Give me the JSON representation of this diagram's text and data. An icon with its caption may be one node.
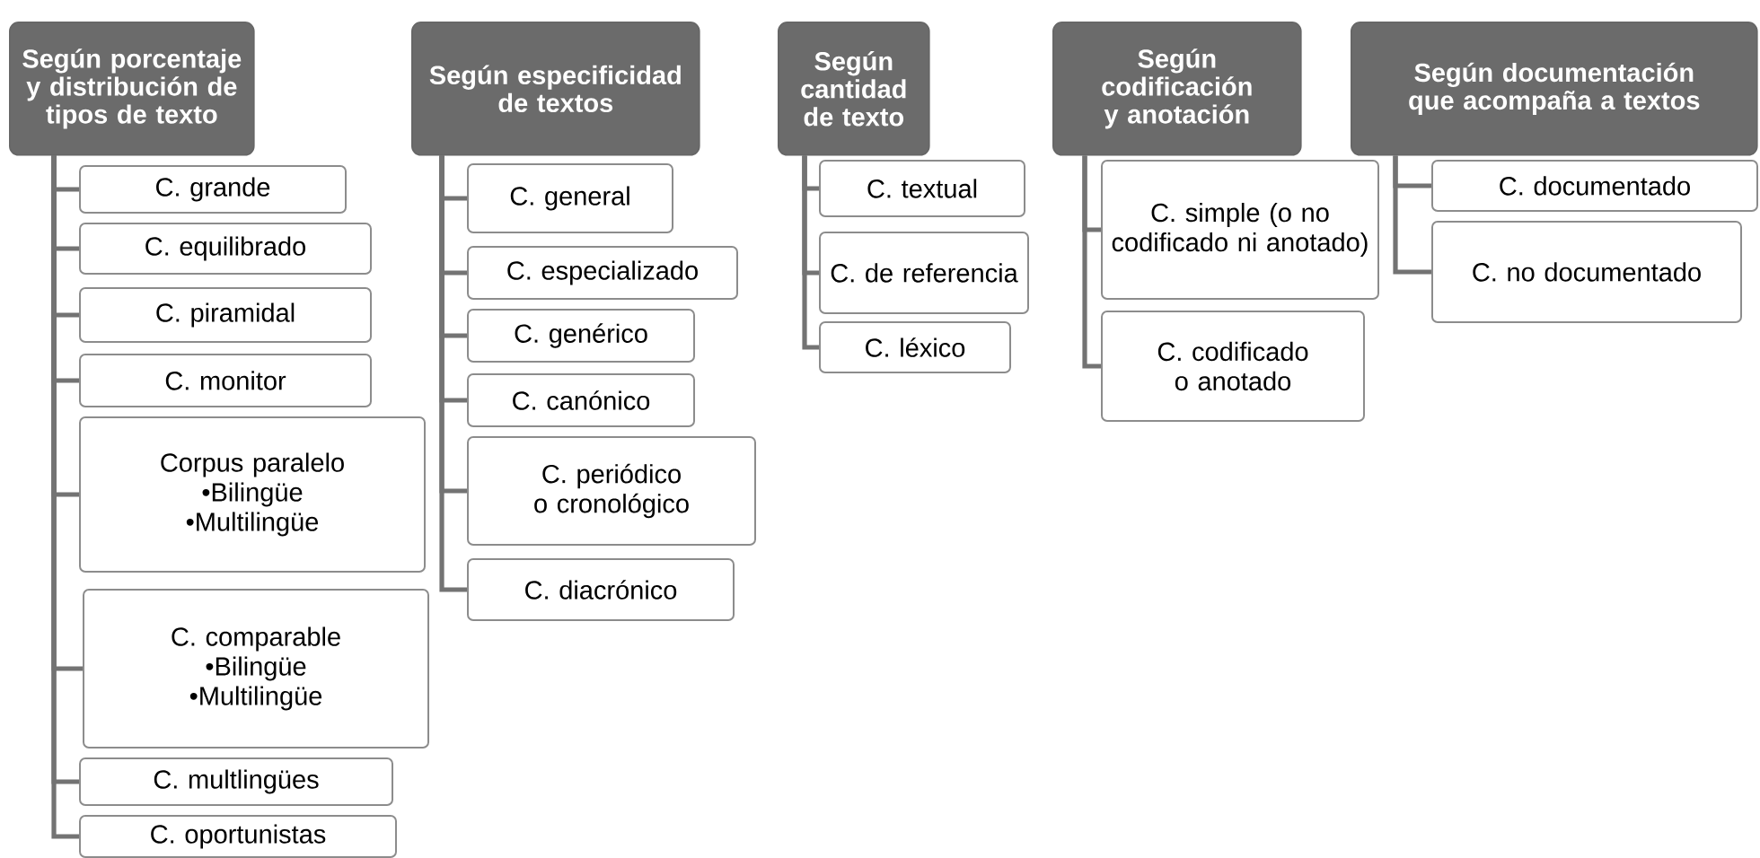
{
  "diagram": {
    "nodes": [
      {
        "text": [
          "Según porcentaje y distribución de tipos de texto"
        ]
      },
      {
        "text": [
          "C. grande"
        ]
      },
      {
        "text": [
          "C. equilibrado"
        ]
      },
      {
        "text": [
          "C. piramidal"
        ]
      },
      {
        "text": [
          "C. monitor"
        ]
      },
      {
        "text": [
          "Corpus paralelo",
          "•Bilingüe",
          "•Multilingüe"
        ]
      },
      {
        "text": [
          "C. comparable",
          "•Bilingüe",
          "•Multilingüe"
        ]
      },
      {
        "text": [
          "C. multlingües"
        ]
      },
      {
        "text": [
          "C. oportunistas"
        ]
      },
      {
        "text": [
          "Según especificidad de textos"
        ]
      },
      {
        "text": [
          "C. general"
        ]
      },
      {
        "text": [
          "C. especializado"
        ]
      },
      {
        "text": [
          "C. genérico"
        ]
      },
      {
        "text": [
          "C. canónico"
        ]
      },
      {
        "text": [
          "C. periódico o cronológico"
        ]
      },
      {
        "text": [
          "C. diacrónico"
        ]
      },
      {
        "text": [
          "Según cantidad de texto"
        ]
      },
      {
        "text": [
          "C. textual"
        ]
      },
      {
        "text": [
          "C. de referencia"
        ]
      },
      {
        "text": [
          "C. léxico"
        ]
      },
      {
        "text": [
          "Según codificación y anotación"
        ]
      },
      {
        "text": [
          "C. simple (o no codificado ni anotado)"
        ]
      },
      {
        "text": [
          "C. codificado o anotado"
        ]
      },
      {
        "text": [
          "Según documentación que acompaña a textos"
        ]
      },
      {
        "text": [
          "C. documentado"
        ]
      },
      {
        "text": [
          "C. no documentado"
        ]
      }
    ],
    "edges": [
      {
        "from": 0,
        "to": 1,
        "arrow": "none"
      },
      {
        "from": 0,
        "to": 2,
        "arrow": "none"
      },
      {
        "from": 0,
        "to": 3,
        "arrow": "none"
      },
      {
        "from": 0,
        "to": 4,
        "arrow": "none"
      },
      {
        "from": 0,
        "to": 5,
        "arrow": "none"
      },
      {
        "from": 0,
        "to": 6,
        "arrow": "none"
      },
      {
        "from": 0,
        "to": 7,
        "arrow": "none"
      },
      {
        "from": 0,
        "to": 8,
        "arrow": "none"
      },
      {
        "from": 9,
        "to": 10,
        "arrow": "none"
      },
      {
        "from": 9,
        "to": 11,
        "arrow": "none"
      },
      {
        "from": 9,
        "to": 12,
        "arrow": "none"
      },
      {
        "from": 9,
        "to": 13,
        "arrow": "none"
      },
      {
        "from": 9,
        "to": 14,
        "arrow": "none"
      },
      {
        "from": 9,
        "to": 15,
        "arrow": "none"
      },
      {
        "from": 16,
        "to": 17,
        "arrow": "none"
      },
      {
        "from": 16,
        "to": 18,
        "arrow": "none"
      },
      {
        "from": 16,
        "to": 19,
        "arrow": "none"
      },
      {
        "from": 20,
        "to": 21,
        "arrow": "none"
      },
      {
        "from": 20,
        "to": 22,
        "arrow": "none"
      },
      {
        "from": 23,
        "to": 24,
        "arrow": "none"
      },
      {
        "from": 23,
        "to": 25,
        "arrow": "none"
      }
    ]
  }
}
